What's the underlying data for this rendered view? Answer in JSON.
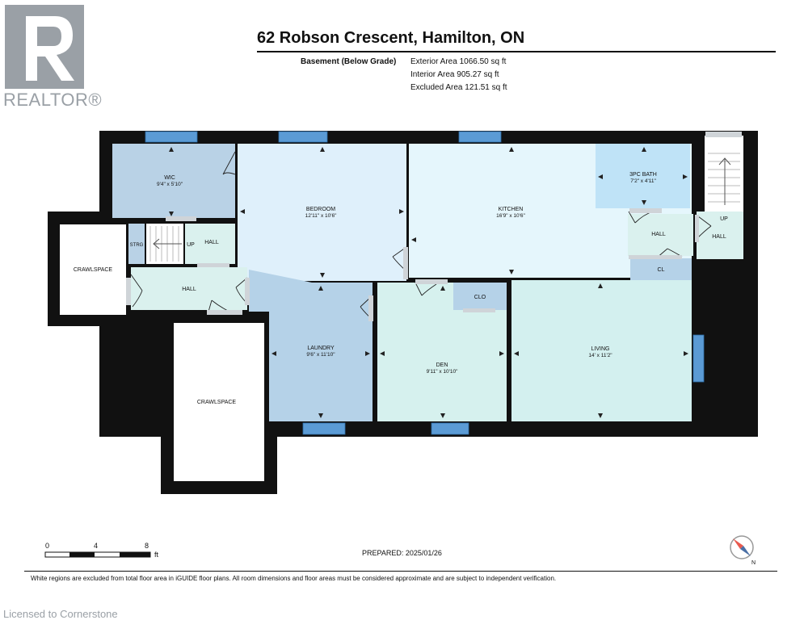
{
  "header": {
    "logo_text": "REALTOR®",
    "title": "62 Robson Crescent, Hamilton, ON",
    "level_label": "Basement (Below Grade)",
    "exterior_area": "Exterior Area 1066.50 sq ft",
    "interior_area": "Interior Area 905.27 sq ft",
    "excluded_area": "Excluded Area 121.51 sq ft"
  },
  "rooms": {
    "wic": {
      "name": "WIC",
      "dims": "9'4\" x 5'10\""
    },
    "bedroom": {
      "name": "BEDROOM",
      "dims": "12'11\" x 10'6\""
    },
    "kitchen": {
      "name": "KITCHEN",
      "dims": "16'9\" x 10'6\""
    },
    "bath": {
      "name": "3PC BATH",
      "dims": "7'2\" x 4'11\""
    },
    "laundry": {
      "name": "LAUNDRY",
      "dims": "9'6\" x 11'10\""
    },
    "den": {
      "name": "DEN",
      "dims": "9'11\" x 10'10\""
    },
    "living": {
      "name": "LIVING",
      "dims": "14' x 11'2\""
    },
    "crawl_left": {
      "name": "CRAWLSPACE"
    },
    "crawl_bottom": {
      "name": "CRAWLSPACE"
    },
    "hall_left": {
      "name": "HALL"
    },
    "hall_upper_left": {
      "name": "HALL"
    },
    "hall_center": {
      "name": "HALL"
    },
    "hall_stairs": {
      "name": "HALL"
    },
    "storage": {
      "name": "STRG"
    },
    "closet": {
      "name": "CLO"
    },
    "cl": {
      "name": "CL"
    },
    "up_left": {
      "name": "UP"
    },
    "up_right": {
      "name": "UP"
    }
  },
  "scale": {
    "zero": "0",
    "four": "4",
    "eight": "8",
    "unit": "ft"
  },
  "footer": {
    "prepared": "PREPARED: 2025/01/26",
    "disclaimer": "White regions are excluded from total floor area in iGUIDE floor plans. All room dimensions and floor areas must be considered approximate and are subject to independent verification.",
    "license": "Licensed to Cornerstone"
  },
  "colors": {
    "wall": "#111111",
    "window": "#5b9bd5",
    "wic": "#b9d2e6",
    "bedroom": "#dff0fb",
    "kitchen": "#e5f6fc",
    "bath": "#bfe3f7",
    "laundry": "#b5d2e8",
    "den": "#d6f1ee",
    "living": "#d3f0ef",
    "hall": "#daf1ee",
    "cl": "#b5d2e8",
    "crawlspace": "#ffffff",
    "logo": "#9aa0a6"
  },
  "icons": {
    "compass": "compass-icon",
    "logo": "realtor-logo"
  }
}
